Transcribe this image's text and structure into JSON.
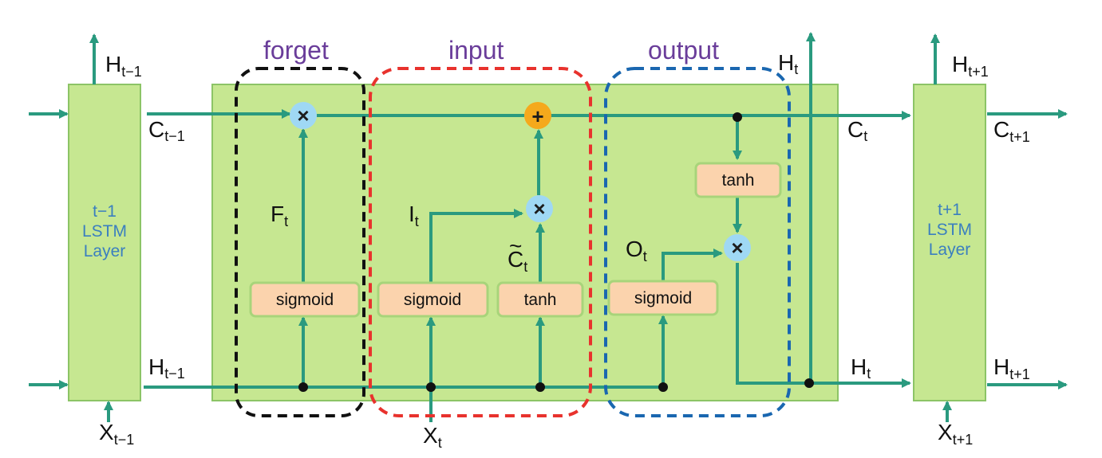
{
  "groups": {
    "forget": "forget",
    "input": "input",
    "output": "output"
  },
  "side_layers": {
    "prev": {
      "line1": "t−1",
      "line2": "LSTM",
      "line3": "Layer"
    },
    "next": {
      "line1": "t+1",
      "line2": "LSTM",
      "line3": "Layer"
    }
  },
  "gates": {
    "forget_sigmoid": "sigmoid",
    "input_sigmoid": "sigmoid",
    "input_tanh": "tanh",
    "output_sigmoid": "sigmoid",
    "cell_tanh": "tanh"
  },
  "operators": {
    "multiply": "×",
    "add": "+"
  },
  "labels": {
    "h_prev_top": {
      "base": "H",
      "sub": "t−1"
    },
    "c_prev": {
      "base": "C",
      "sub": "t−1"
    },
    "h_prev_in": {
      "base": "H",
      "sub": "t−1"
    },
    "x_prev": {
      "base": "X",
      "sub": "t−1"
    },
    "f_t": {
      "base": "F",
      "sub": "t"
    },
    "i_t": {
      "base": "I",
      "sub": "t"
    },
    "c_tilde": {
      "base": "C",
      "sub": "t"
    },
    "o_t": {
      "base": "O",
      "sub": "t"
    },
    "x_t": {
      "base": "X",
      "sub": "t"
    },
    "h_t_top": {
      "base": "H",
      "sub": "t"
    },
    "c_t": {
      "base": "C",
      "sub": "t"
    },
    "h_t_out": {
      "base": "H",
      "sub": "t"
    },
    "h_next_top": {
      "base": "H",
      "sub": "t+1"
    },
    "c_next": {
      "base": "C",
      "sub": "t+1"
    },
    "h_next_out": {
      "base": "H",
      "sub": "t+1"
    },
    "x_next": {
      "base": "X",
      "sub": "t+1"
    }
  },
  "colors": {
    "panel": "#c6e791",
    "panel_border": "#8cc466",
    "arrow": "#2a9a7f",
    "gate_fill": "#fbd3ad",
    "op_fill": "#9fd8f4",
    "add_fill": "#f5a91c",
    "forget_border": "#111111",
    "input_border": "#e8322d",
    "output_border": "#1a67b0"
  }
}
